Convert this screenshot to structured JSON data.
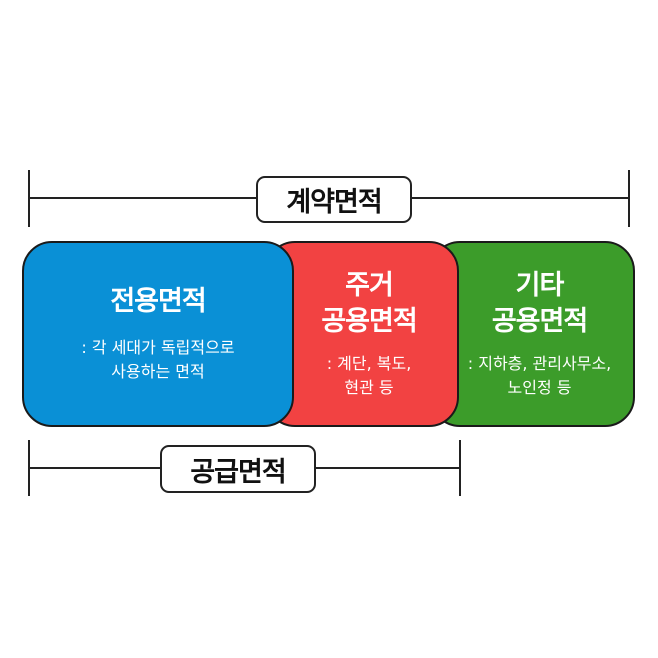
{
  "contract_area": {
    "label": "계약면적"
  },
  "supply_area": {
    "label": "공급면적"
  },
  "sections": [
    {
      "title_lines": [
        "전용면적"
      ],
      "desc_lines": [
        ": 각 세대가 독립적으로",
        "사용하는 면적"
      ],
      "color": "#0a90d6"
    },
    {
      "title_lines": [
        "주거",
        "공용면적"
      ],
      "desc_lines": [
        ": 계단, 복도,",
        "현관 등"
      ],
      "color": "#f24242"
    },
    {
      "title_lines": [
        "기타",
        "공용면적"
      ],
      "desc_lines": [
        ": 지하층, 관리사무소,",
        "노인정 등"
      ],
      "color": "#3c9c2a"
    }
  ]
}
